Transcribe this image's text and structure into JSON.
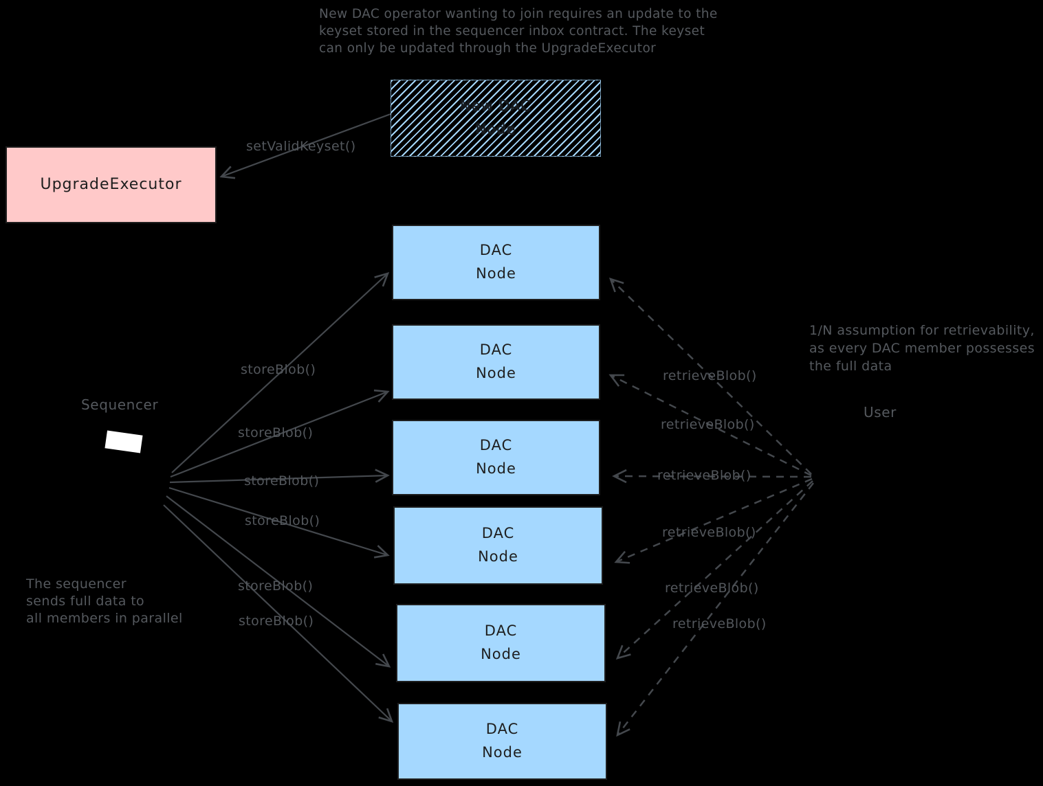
{
  "title_note": {
    "lines": [
      "New DAC operator wanting to join requires an update to the",
      "keyset stored in the sequencer inbox contract. The keyset",
      "can only be updated through the UpgradeExecutor"
    ]
  },
  "sequencer_note": {
    "lines": [
      "The sequencer",
      "sends full data to",
      "all members in parallel"
    ]
  },
  "retrievability_note": {
    "lines": [
      "1/N assumption for retrievability,",
      "as every DAC member possesses",
      "the full data"
    ]
  },
  "actors": {
    "sequencer": "Sequencer",
    "user": "User"
  },
  "boxes": {
    "upgrade_executor": {
      "label": "UpgradeExecutor"
    },
    "new_dac_node": {
      "line1": "New DAC",
      "line2": "Node"
    },
    "dac_node": {
      "line1": "DAC",
      "line2": "Node",
      "count": 6
    }
  },
  "calls": {
    "set_valid_keyset": "setValidKeyset()",
    "store_blob": "storeBlob()",
    "retrieve_blob": "retrieveBlob()"
  },
  "colors": {
    "background": "#000000",
    "dac_node_fill": "#a5d8ff",
    "upgrade_executor_fill": "#ffc9c9",
    "box_text": "#1e1e1e",
    "annotation_text": "#55595e",
    "arrow_stroke": "#44484d"
  }
}
